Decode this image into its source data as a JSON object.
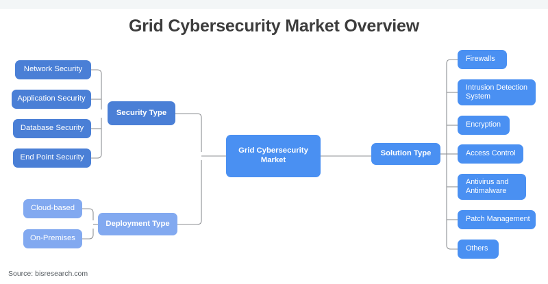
{
  "page": {
    "title": "Grid Cybersecurity Market Overview",
    "source": "Source: bisresearch.com",
    "colors": {
      "medium_blue": "#4a7fd6",
      "bright_blue": "#4a90f2",
      "light_blue": "#82a9f0",
      "connector_gray": "#8d8f93",
      "title_gray": "#3c3c3c",
      "top_band": "#f3f6f7",
      "background": "#ffffff"
    }
  },
  "diagram": {
    "type": "tree",
    "root": {
      "label": "Grid Cybersecurity Market"
    },
    "branches": [
      {
        "id": "security-type",
        "label": "Security Type",
        "children": [
          {
            "label": "Network Security"
          },
          {
            "label": "Application Security"
          },
          {
            "label": "Database Security"
          },
          {
            "label": "End Point Security"
          }
        ]
      },
      {
        "id": "deployment-type",
        "label": "Deployment Type",
        "children": [
          {
            "label": "Cloud-based"
          },
          {
            "label": "On-Premises"
          }
        ]
      },
      {
        "id": "solution-type",
        "label": "Solution Type",
        "children": [
          {
            "label": "Firewalls"
          },
          {
            "label": "Intrusion Detection System"
          },
          {
            "label": "Encryption"
          },
          {
            "label": "Access Control"
          },
          {
            "label": "Antivirus and Antimalware"
          },
          {
            "label": "Patch Management"
          },
          {
            "label": "Others"
          }
        ]
      }
    ]
  }
}
